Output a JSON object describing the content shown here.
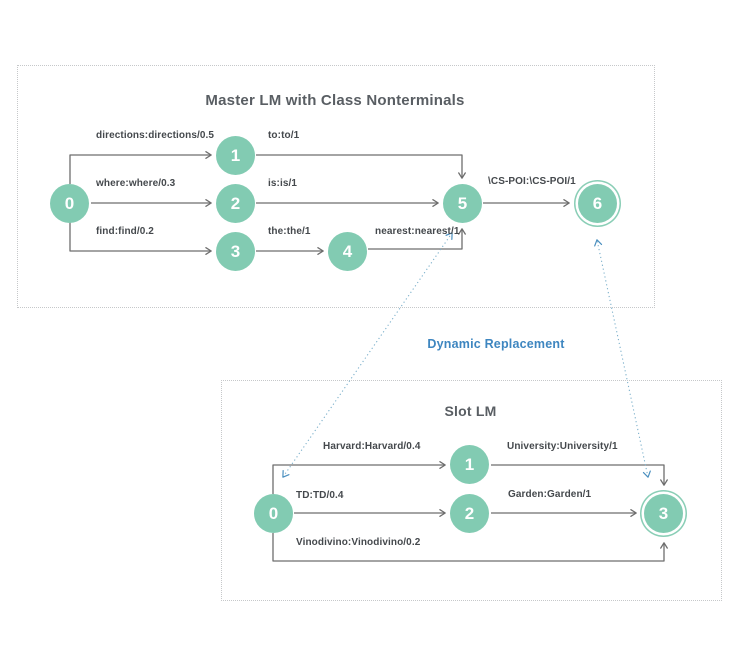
{
  "master": {
    "title": "Master LM with Class Nonterminals",
    "states": [
      {
        "label": "0",
        "final": false
      },
      {
        "label": "1",
        "final": false
      },
      {
        "label": "2",
        "final": false
      },
      {
        "label": "3",
        "final": false
      },
      {
        "label": "4",
        "final": false
      },
      {
        "label": "5",
        "final": false
      },
      {
        "label": "6",
        "final": true
      }
    ],
    "edges": [
      {
        "from": "0",
        "to": "1",
        "label": "directions:directions/0.5"
      },
      {
        "from": "0",
        "to": "2",
        "label": "where:where/0.3"
      },
      {
        "from": "0",
        "to": "3",
        "label": "find:find/0.2"
      },
      {
        "from": "1",
        "to": "5",
        "label": "to:to/1"
      },
      {
        "from": "2",
        "to": "5",
        "label": "is:is/1"
      },
      {
        "from": "3",
        "to": "4",
        "label": "the:the/1"
      },
      {
        "from": "4",
        "to": "5",
        "label": "nearest:nearest/1"
      },
      {
        "from": "5",
        "to": "6",
        "label": "\\CS-POI:\\CS-POI/1"
      }
    ]
  },
  "slot": {
    "title": "Slot LM",
    "states": [
      {
        "label": "0",
        "final": false
      },
      {
        "label": "1",
        "final": false
      },
      {
        "label": "2",
        "final": false
      },
      {
        "label": "3",
        "final": true
      }
    ],
    "edges": [
      {
        "from": "0",
        "to": "1",
        "label": "Harvard:Harvard/0.4"
      },
      {
        "from": "0",
        "to": "2",
        "label": "TD:TD/0.4"
      },
      {
        "from": "0",
        "to": "3",
        "label": "Vinodivino:Vinodivino/0.2"
      },
      {
        "from": "1",
        "to": "3",
        "label": "University:University/1"
      },
      {
        "from": "2",
        "to": "3",
        "label": "Garden:Garden/1"
      }
    ]
  },
  "replacement": {
    "label": "Dynamic Replacement",
    "links": [
      {
        "from": "master-5",
        "to": "slot-0"
      },
      {
        "from": "slot-3",
        "to": "master-6"
      }
    ]
  },
  "colors": {
    "state_fill": "#82cbb2",
    "edge": "#6e6e6e",
    "edge_label": "#45494d",
    "box_border": "#c6c8ca",
    "replacement_blue": "#3e86c0",
    "replacement_dotted": "#7cb0cb"
  }
}
